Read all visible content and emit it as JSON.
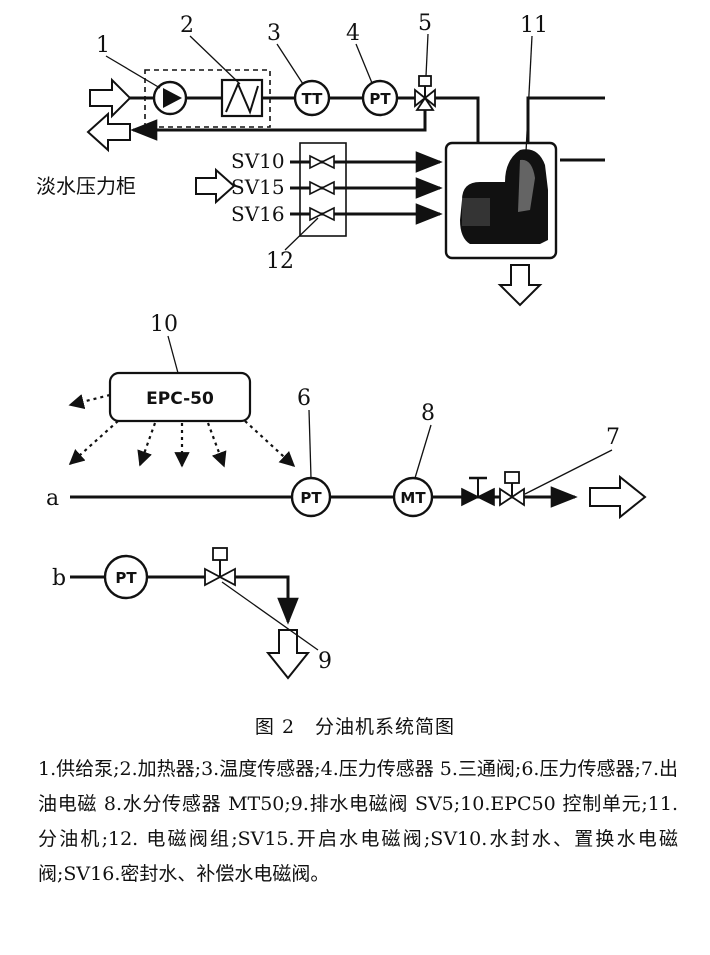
{
  "figure": {
    "callouts": {
      "c1": "1",
      "c2": "2",
      "c3": "3",
      "c4": "4",
      "c5": "5",
      "c6": "6",
      "c7": "7",
      "c8": "8",
      "c9": "9",
      "c10": "10",
      "c11": "11",
      "c12": "12"
    },
    "instruments": {
      "tt": "TT",
      "pt_top": "PT",
      "pt_a": "PT",
      "mt": "MT",
      "pt_b": "PT"
    },
    "valve_tags": {
      "sv10": "SV10",
      "sv15": "SV15",
      "sv16": "SV16"
    },
    "controller": "EPC-50",
    "fresh_water_cabinet": "淡水压力柜",
    "line_a": "a",
    "line_b": "b"
  },
  "caption": "图 2　分油机系统简图",
  "legend": "1.供给泵;2.加热器;3.温度传感器;4.压力传感器 5.三通阀;6.压力传感器;7.出油电磁 8.水分传感器 MT50;9.排水电磁阀 SV5;10.EPC50 控制单元;11. 分油机;12. 电磁阀组;SV15.开启水电磁阀;SV10.水封水、置换水电磁阀;SV16.密封水、补偿水电磁阀。"
}
